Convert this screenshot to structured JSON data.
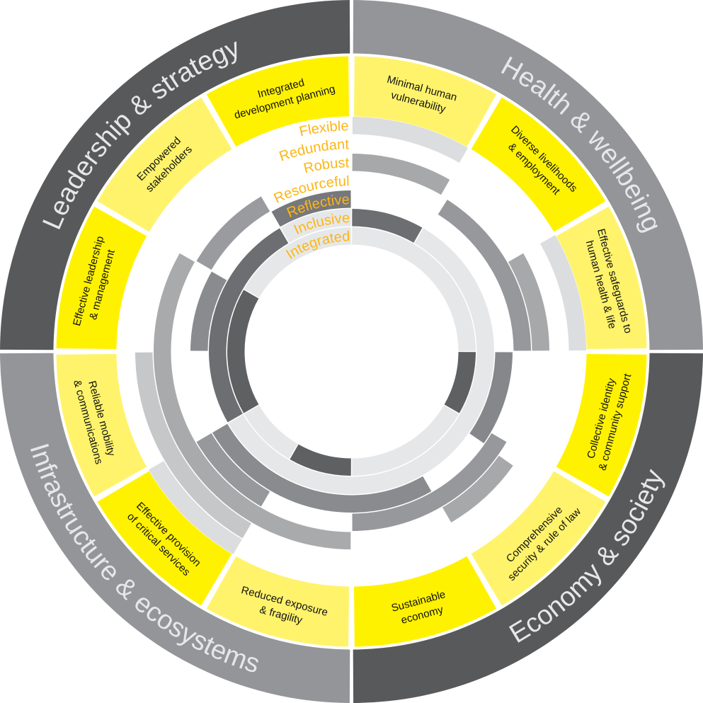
{
  "colors": {
    "quadrant_dark": "#58595b",
    "quadrant_light": "#939598",
    "goal_bright": "#fff200",
    "goal_pale": "#fff36b",
    "quality_label": "#fbb615",
    "quadrant_text": "#e6e7e8"
  },
  "quadrants": [
    {
      "label": "Health & wellbeing",
      "shade": "light"
    },
    {
      "label": "Economy & society",
      "shade": "dark"
    },
    {
      "label": "Infrastructure & ecosystems",
      "shade": "light"
    },
    {
      "label": "Leadership & strategy",
      "shade": "dark"
    }
  ],
  "goals": [
    {
      "lines": [
        "Minimal human",
        "vulnerability"
      ],
      "shade": "pale"
    },
    {
      "lines": [
        "Diverse livelihoods",
        "& employment"
      ],
      "shade": "bright"
    },
    {
      "lines": [
        "Effective safeguards to",
        "human health & life"
      ],
      "shade": "pale"
    },
    {
      "lines": [
        "Collective identity",
        "& community support"
      ],
      "shade": "bright"
    },
    {
      "lines": [
        "Comprehensive",
        "security & rule of law"
      ],
      "shade": "pale"
    },
    {
      "lines": [
        "Sustainable",
        "economy"
      ],
      "shade": "bright"
    },
    {
      "lines": [
        "Reduced exposure",
        "& fragility"
      ],
      "shade": "pale"
    },
    {
      "lines": [
        "Effective provision",
        "of critical services"
      ],
      "shade": "bright"
    },
    {
      "lines": [
        "Reliable mobility",
        "& communications"
      ],
      "shade": "pale"
    },
    {
      "lines": [
        "Effective leadership",
        "& management"
      ],
      "shade": "bright"
    },
    {
      "lines": [
        "Empowered",
        "stakeholders"
      ],
      "shade": "pale"
    },
    {
      "lines": [
        "Integrated",
        "development planning"
      ],
      "shade": "bright"
    }
  ],
  "qualities": [
    {
      "label": "Flexible",
      "arcs": [
        [
          0,
          30,
          "#dcdddf"
        ],
        [
          60,
          90,
          "#dcdddf"
        ],
        [
          210,
          240,
          "#dcdddf"
        ]
      ]
    },
    {
      "label": "Redundant",
      "arcs": [
        [
          210,
          270,
          "#c6c7c9"
        ]
      ]
    },
    {
      "label": "Robust",
      "arcs": [
        [
          0,
          30,
          "#a7a8aa"
        ],
        [
          60,
          90,
          "#a7a8aa"
        ],
        [
          125,
          150,
          "#a7a8aa"
        ],
        [
          180,
          300,
          "#a9aaac"
        ]
      ]
    },
    {
      "label": "Resourceful",
      "arcs": [
        [
          32,
          90,
          "#97989b"
        ],
        [
          120,
          180,
          "#97989b"
        ],
        [
          210,
          240,
          "#97989b"
        ],
        [
          300,
          330,
          "#9a9b9e"
        ]
      ]
    },
    {
      "label": "Reflective",
      "arcs": [
        [
          90,
          125,
          "#86878a"
        ],
        [
          150,
          240,
          "#8a8b8e"
        ],
        [
          270,
          300,
          "#8a8b8e"
        ],
        [
          330,
          360,
          "#77787b"
        ]
      ]
    },
    {
      "label": "Inclusive",
      "arcs": [
        [
          0,
          30,
          "#6d6e71"
        ],
        [
          30,
          240,
          "#e6e7e8"
        ],
        [
          240,
          330,
          "#6d6e71"
        ],
        [
          330,
          360,
          "#e6e7e8"
        ]
      ]
    },
    {
      "label": "Integrated",
      "arcs": [
        [
          0,
          90,
          "#e6e7e8"
        ],
        [
          90,
          120,
          "#5f6062"
        ],
        [
          120,
          180,
          "#e6e7e8"
        ],
        [
          180,
          210,
          "#5f6062"
        ],
        [
          210,
          240,
          "#e6e7e8"
        ],
        [
          240,
          300,
          "#5f6062"
        ],
        [
          300,
          360,
          "#e6e7e8"
        ]
      ]
    }
  ]
}
